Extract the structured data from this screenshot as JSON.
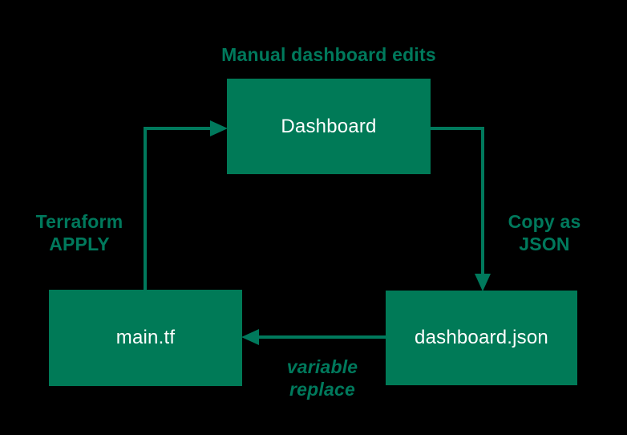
{
  "diagram": {
    "title_label": "Manual dashboard edits",
    "nodes": [
      {
        "id": "dashboard",
        "label": "Dashboard"
      },
      {
        "id": "main-tf",
        "label": "main.tf"
      },
      {
        "id": "dashboard-json",
        "label": "dashboard.json"
      }
    ],
    "edges": [
      {
        "from": "main.tf",
        "to": "Dashboard",
        "label": "Terraform\nAPPLY"
      },
      {
        "from": "Dashboard",
        "to": "dashboard.json",
        "label": "Copy as\nJSON"
      },
      {
        "from": "dashboard.json",
        "to": "main.tf",
        "label": "variable\nreplace"
      }
    ]
  },
  "colors": {
    "background": "#000000",
    "node_fill": "#007a57",
    "node_text": "#ffffff",
    "accent": "#00795c"
  }
}
